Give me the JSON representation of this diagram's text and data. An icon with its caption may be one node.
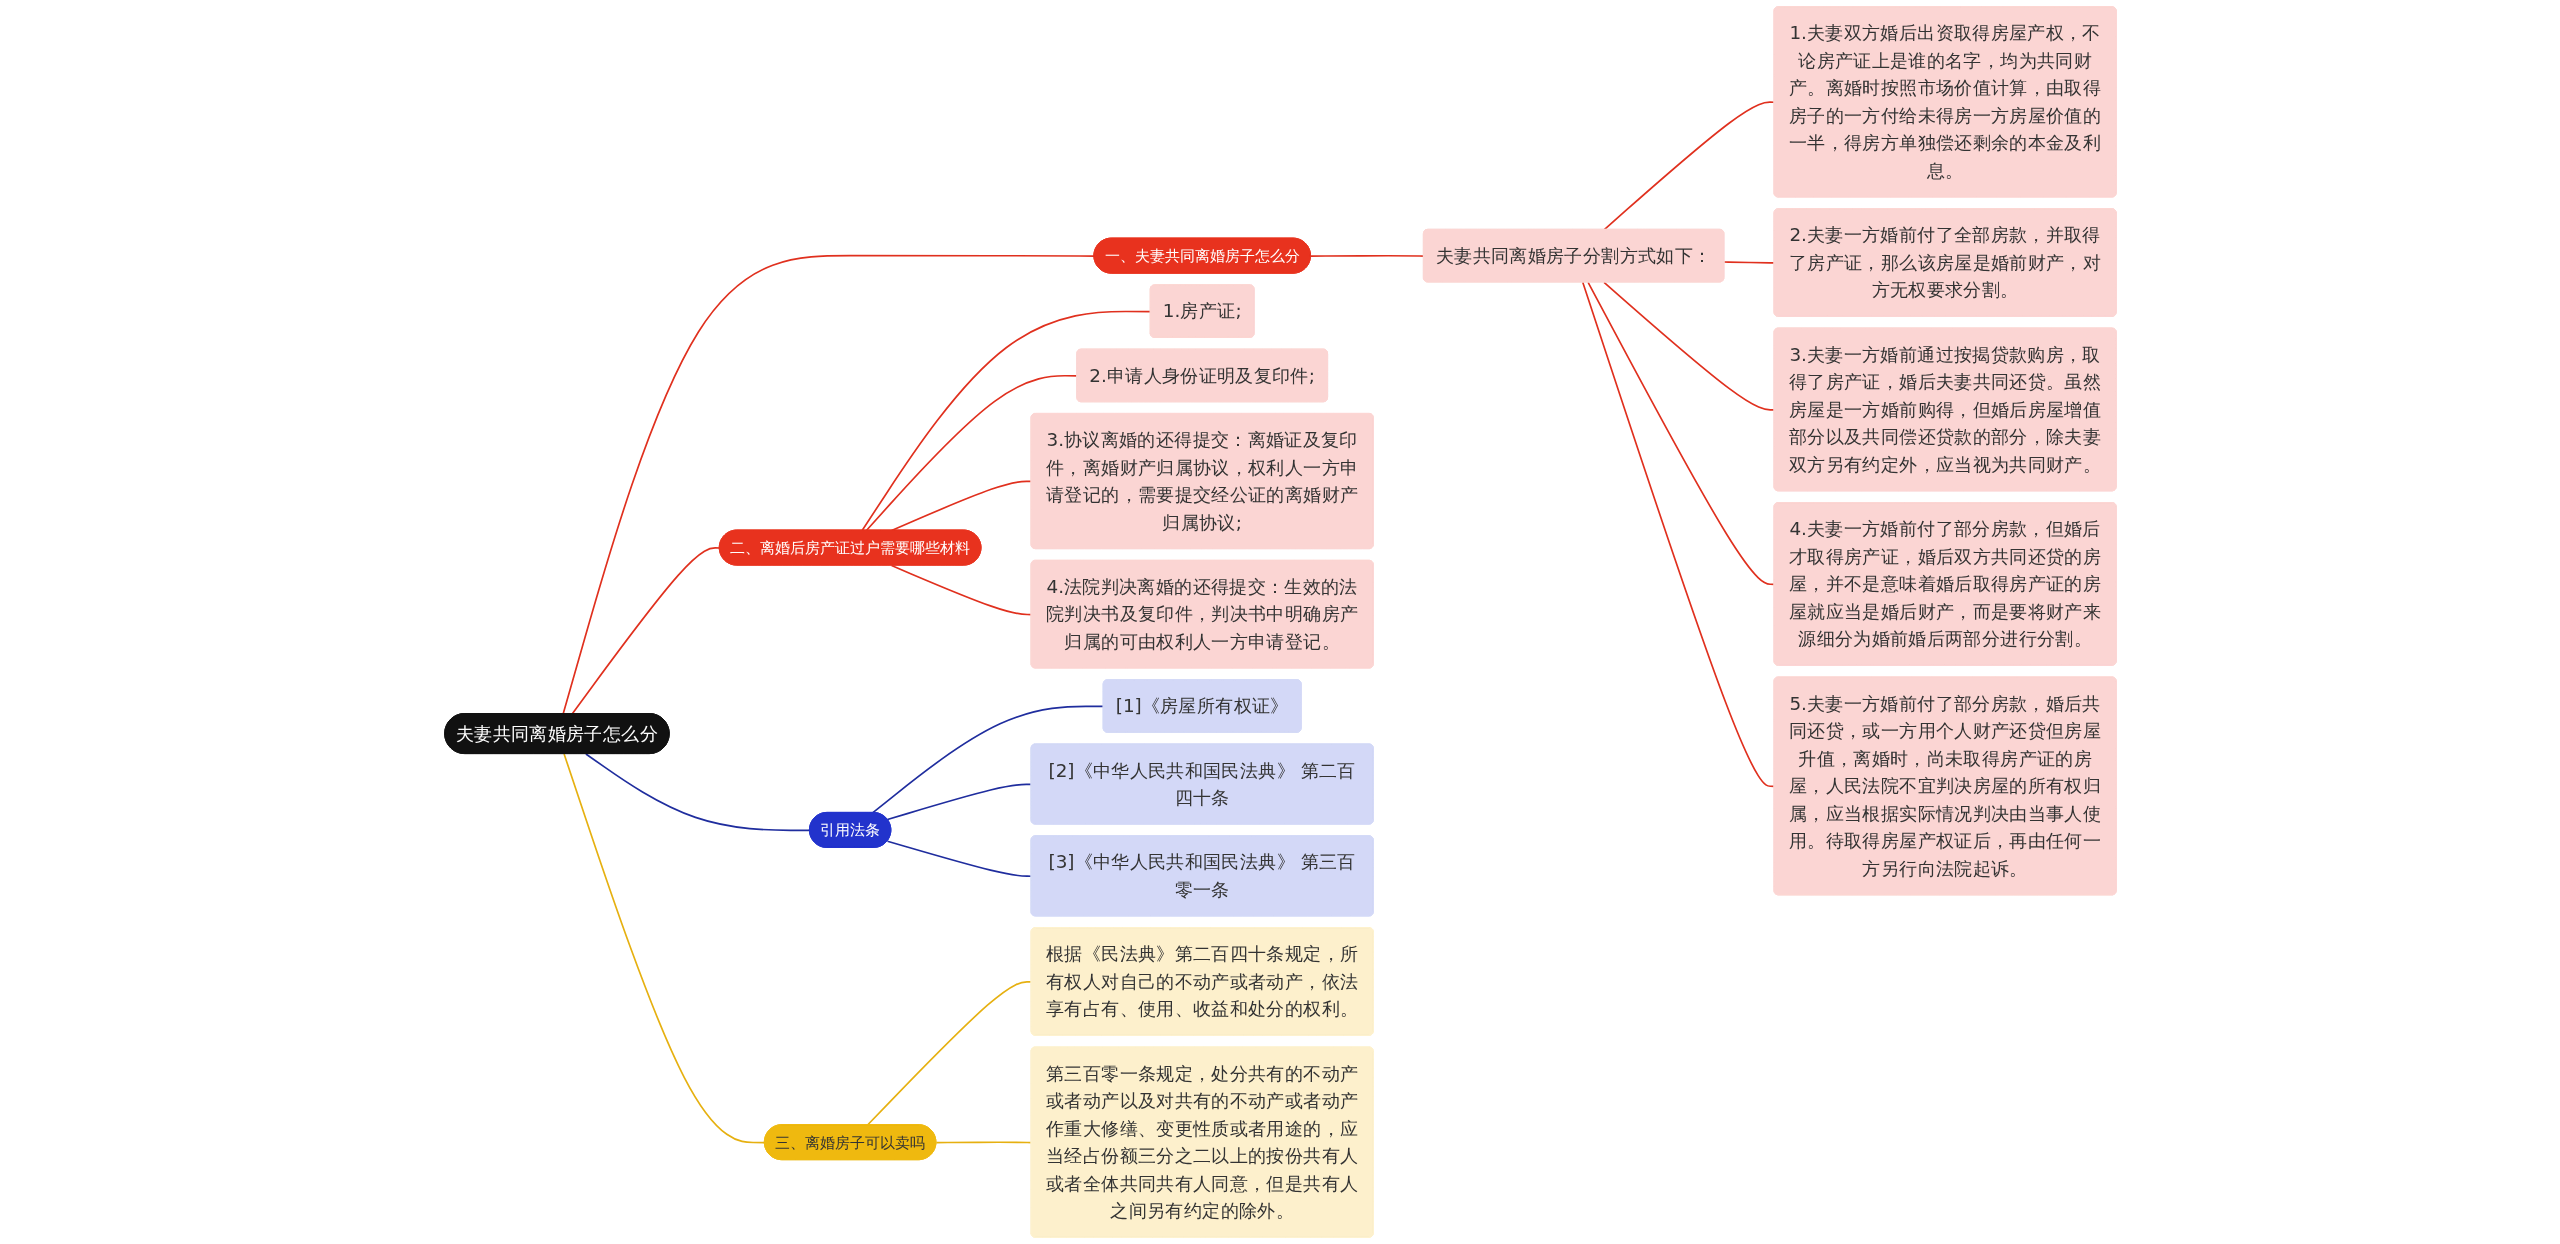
{
  "diagram": {
    "nodes": [
      {
        "text": [
          "夫妻共同离婚房子怎么分"
        ]
      },
      {
        "text": [
          "一、夫妻共同离婚房子怎么分"
        ]
      },
      {
        "text": [
          "夫妻共同离婚房子分割方式如下："
        ]
      },
      {
        "text": [
          "1.夫妻双方婚后出资取得房屋产权，不论房产证上是谁的名字，均为共同财产。离婚时按照市场价值计算，由取得房子的一方付给未得房一方房屋价值的一半，得房方单独偿还剩余的本金及利息。"
        ]
      },
      {
        "text": [
          "2.夫妻一方婚前付了全部房款，并取得了房产证，那么该房屋是婚前财产，对方无权要求分割。"
        ]
      },
      {
        "text": [
          "3.夫妻一方婚前通过按揭贷款购房，取得了房产证，婚后夫妻共同还贷。虽然房屋是一方婚前购得，但婚后房屋增值部分以及共同偿还贷款的部分，除夫妻双方另有约定外，应当视为共同财产。"
        ]
      },
      {
        "text": [
          "4.夫妻一方婚前付了部分房款，但婚后才取得房产证，婚后双方共同还贷的房屋，并不是意味着婚后取得房产证的房屋就应当是婚后财产，而是要将财产来源细分为婚前婚后两部分进行分割。"
        ]
      },
      {
        "text": [
          "5.夫妻一方婚前付了部分房款，婚后共同还贷，或一方用个人财产还贷但房屋升值，离婚时，尚未取得房产证的房屋，人民法院不宜判决房屋的所有权归属，应当根据实际情况判决由当事人使用。待取得房屋产权证后，再由任何一方另行向法院起诉。"
        ]
      },
      {
        "text": [
          "二、离婚后房产证过户需要哪些材料"
        ]
      },
      {
        "text": [
          "1.房产证;"
        ]
      },
      {
        "text": [
          "2.申请人身份证明及复印件;"
        ]
      },
      {
        "text": [
          "3.协议离婚的还得提交：离婚证及复印件，离婚财产归属协议，权利人一方申请登记的，需要提交经公证的离婚财产归属协议;"
        ]
      },
      {
        "text": [
          "4.法院判决离婚的还得提交：生效的法院判决书及复印件，判决书中明确房产归属的可由权利人一方申请登记。"
        ]
      },
      {
        "text": [
          "引用法条"
        ]
      },
      {
        "text": [
          "[1]《房屋所有权证》"
        ]
      },
      {
        "text": [
          "[2]《中华人民共和国民法典》 第二百四十条"
        ]
      },
      {
        "text": [
          "[3]《中华人民共和国民法典》 第三百零一条"
        ]
      },
      {
        "text": [
          "三、离婚房子可以卖吗"
        ]
      },
      {
        "text": [
          "根据《民法典》第二百四十条规定，所有权人对自己的不动产或者动产，依法享有占有、使用、收益和处分的权利。"
        ]
      },
      {
        "text": [
          "第三百零一条规定，处分共有的不动产或者动产以及对共有的不动产或者动产作重大修缮、变更性质或者用途的，应当经占份额三分之二以上的按份共有人或者全体共同共有人同意，但是共有人之间另有约定的除外。"
        ]
      }
    ],
    "edges": [
      {
        "from": 0,
        "to": 1,
        "arrow": "none"
      },
      {
        "from": 1,
        "to": 2,
        "arrow": "none"
      },
      {
        "from": 2,
        "to": 3,
        "arrow": "none"
      },
      {
        "from": 2,
        "to": 4,
        "arrow": "none"
      },
      {
        "from": 2,
        "to": 5,
        "arrow": "none"
      },
      {
        "from": 2,
        "to": 6,
        "arrow": "none"
      },
      {
        "from": 2,
        "to": 7,
        "arrow": "none"
      },
      {
        "from": 0,
        "to": 8,
        "arrow": "none"
      },
      {
        "from": 8,
        "to": 9,
        "arrow": "none"
      },
      {
        "from": 8,
        "to": 10,
        "arrow": "none"
      },
      {
        "from": 8,
        "to": 11,
        "arrow": "none"
      },
      {
        "from": 8,
        "to": 12,
        "arrow": "none"
      },
      {
        "from": 0,
        "to": 13,
        "arrow": "none",
        "color": "#1f2d9e"
      },
      {
        "from": 13,
        "to": 14,
        "arrow": "none",
        "color": "#1f2d9e"
      },
      {
        "from": 13,
        "to": 15,
        "arrow": "none",
        "color": "#1f2d9e"
      },
      {
        "from": 13,
        "to": 16,
        "arrow": "none",
        "color": "#1f2d9e"
      },
      {
        "from": 0,
        "to": 17,
        "arrow": "none",
        "color": "#e6b010"
      },
      {
        "from": 17,
        "to": 18,
        "arrow": "none",
        "color": "#e6b010"
      },
      {
        "from": 17,
        "to": 19,
        "arrow": "none",
        "color": "#e6b010"
      }
    ]
  }
}
